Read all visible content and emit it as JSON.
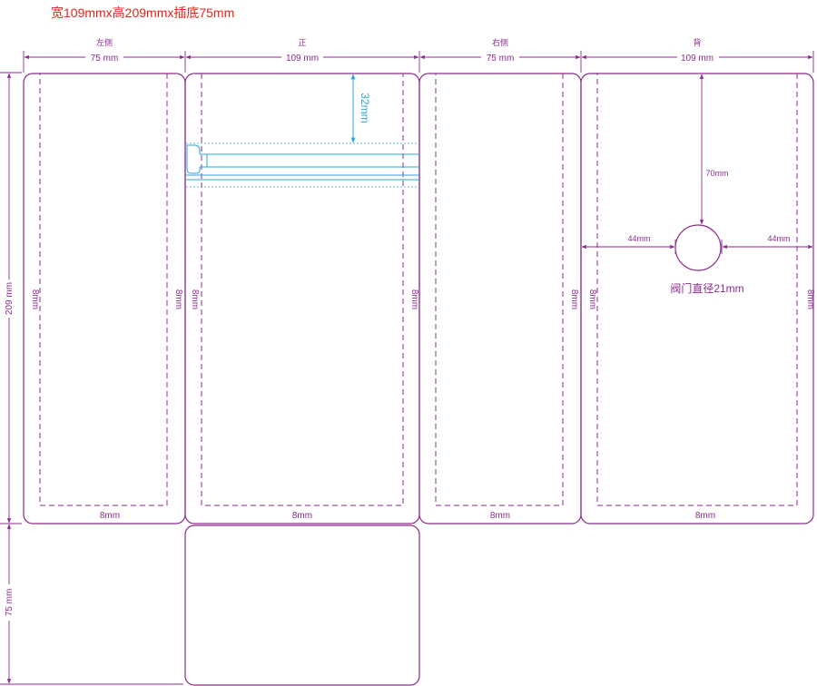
{
  "title": "宽109mmx高209mmx插底75mm",
  "panels": {
    "left": {
      "name": "左侧",
      "width": "75 mm"
    },
    "front": {
      "name": "正",
      "width": "109 mm"
    },
    "right": {
      "name": "右侧",
      "width": "75 mm"
    },
    "back": {
      "name": "背",
      "width": "109 mm"
    }
  },
  "dims": {
    "height": "209 mm",
    "bottom": "75 mm",
    "margin": "8mm",
    "zipper_offset": "32mm",
    "valve_top": "70mm",
    "valve_side": "44mm",
    "valve_label": "阀门直径21mm"
  },
  "colors": {
    "outline": "#8e2b8f",
    "title": "#e1251b",
    "zipper": "#2aa7d6"
  }
}
